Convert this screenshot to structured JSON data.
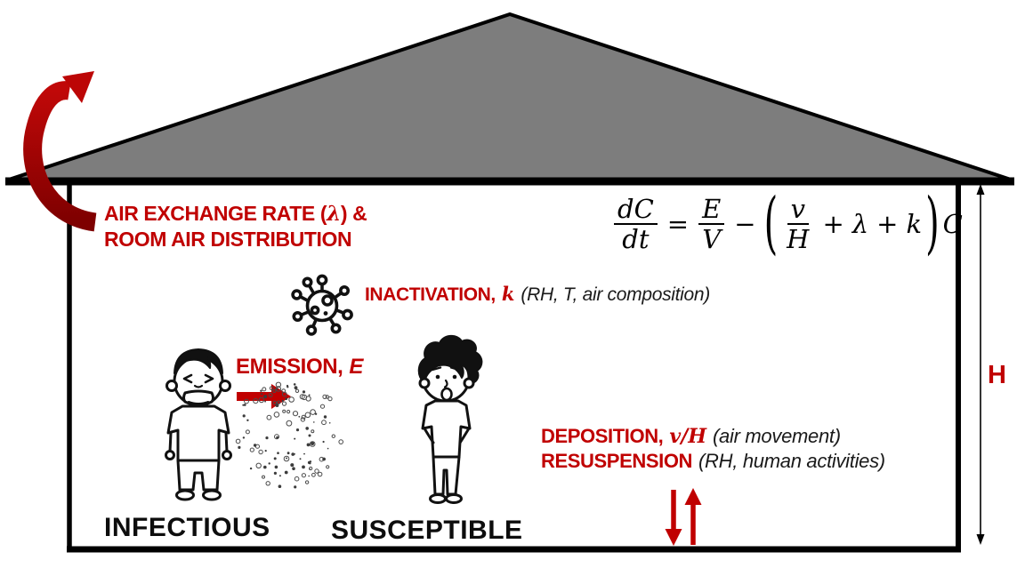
{
  "diagram_title_context": "Indoor airborne virus concentration box model",
  "colors": {
    "accent_red": "#C00000",
    "arrow_dark_red": "#7E0000",
    "roof_gray": "#7D7D7D",
    "line_black": "#000000"
  },
  "labels": {
    "air_exchange": {
      "line1_pre": "AIR EXCHANGE RATE (",
      "lambda": "λ",
      "line1_post": ") &",
      "line2": "ROOM AIR DISTRIBUTION"
    },
    "inactivation": {
      "title": "INACTIVATION,",
      "symbol": "k",
      "detail": "(RH, T, air composition)"
    },
    "emission": {
      "title": "EMISSION,",
      "symbol": "E"
    },
    "deposition": {
      "title": "DEPOSITION,",
      "symbol": "v/H",
      "detail": "(air movement)"
    },
    "resuspension": {
      "title": "RESUSPENSION",
      "detail": "(RH, human activities)"
    },
    "infectious": "INFECTIOUS",
    "susceptible": "SUSCEPTIBLE",
    "height_symbol": "H"
  },
  "equation": {
    "num1": "dC",
    "den1": "dt",
    "eq": "=",
    "num2": "E",
    "den2": "V",
    "minus": "−",
    "lparen": "(",
    "num3": "v",
    "den3": "H",
    "plus1": "+",
    "lambda": "λ",
    "plus2": "+",
    "k": "k",
    "rparen": ")",
    "C": "C"
  },
  "icons": {
    "virus": "coronavirus-particle-icon",
    "curved_arrow": "air-exchange-curved-arrow-icon",
    "emission_arrow": "emission-right-arrow-icon",
    "deposition_arrow": "deposition-down-arrow-icon",
    "resuspension_arrow": "resuspension-up-arrow-icon",
    "height_dimension": "room-height-dimension-arrow",
    "infectious_person": "infectious-person-figure",
    "susceptible_person": "susceptible-person-figure"
  }
}
